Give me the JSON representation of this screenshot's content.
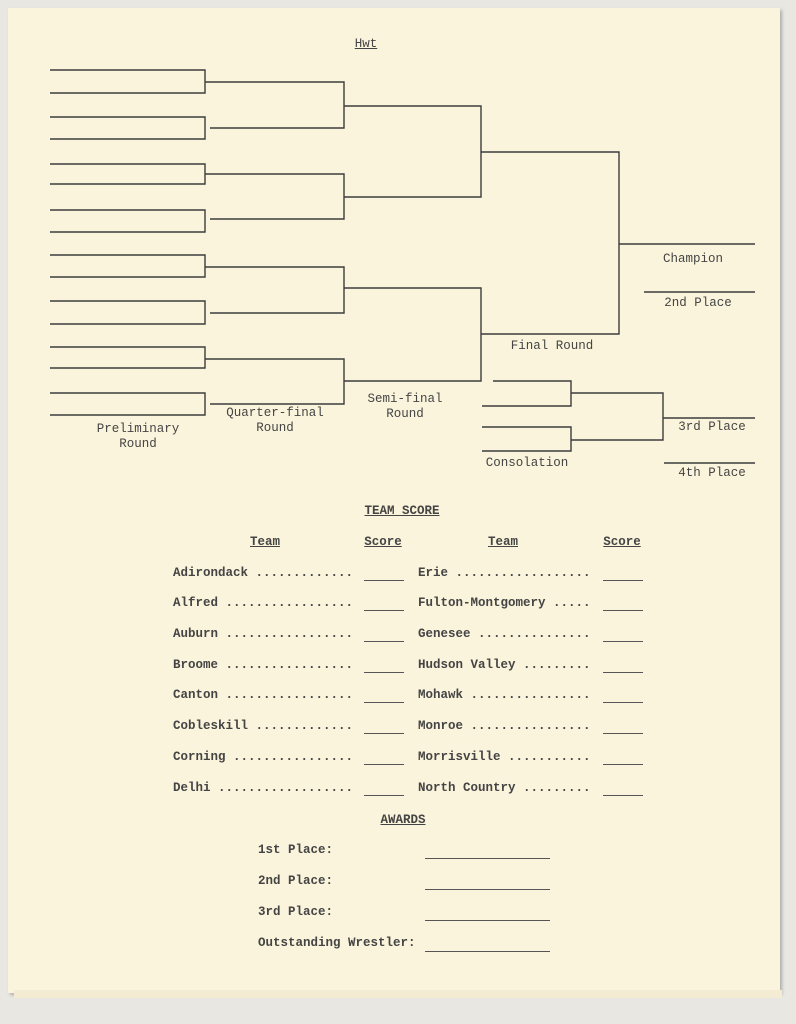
{
  "bracket": {
    "weight_class": "Hwt",
    "rounds": {
      "preliminary": "Preliminary\nRound",
      "quarter_final": "Quarter-final\nRound",
      "semi_final": "Semi-final\nRound",
      "final": "Final Round",
      "consolation": "Consolation"
    },
    "places": {
      "champion": "Champion",
      "second": "2nd Place",
      "third": "3rd Place",
      "fourth": "4th Place"
    }
  },
  "team_score": {
    "title": "TEAM SCORE",
    "headers": {
      "team": "Team",
      "score": "Score"
    },
    "left_teams": [
      "Adirondack .............",
      "Alfred .................",
      "Auburn .................",
      "Broome .................",
      "Canton .................",
      "Cobleskill .............",
      "Corning ................",
      "Delhi .................."
    ],
    "right_teams": [
      "Erie ..................",
      "Fulton-Montgomery .....",
      "Genesee ...............",
      "Hudson Valley .........",
      "Mohawk ................",
      "Monroe ................",
      "Morrisville ...........",
      "North Country ........."
    ]
  },
  "awards": {
    "title": "AWARDS",
    "items": [
      "1st Place:",
      "2nd Place:",
      "3rd Place:",
      "Outstanding Wrestler:"
    ]
  }
}
